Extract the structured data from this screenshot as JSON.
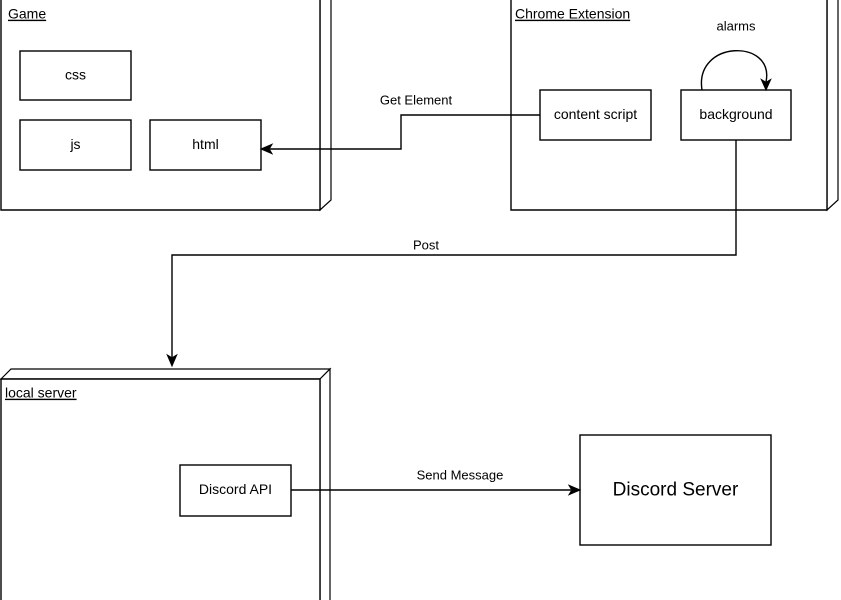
{
  "diagram": {
    "title_hidden": "",
    "containers": [
      {
        "id": "game",
        "label": "Game",
        "children": [
          {
            "id": "css",
            "label": "css"
          },
          {
            "id": "js",
            "label": "js"
          },
          {
            "id": "html",
            "label": "html"
          }
        ]
      },
      {
        "id": "chrome-extension",
        "label": "Chrome Extension",
        "children": [
          {
            "id": "content-script",
            "label": "content script"
          },
          {
            "id": "background",
            "label": "background"
          }
        ]
      },
      {
        "id": "local-server",
        "label": "local server",
        "children": [
          {
            "id": "discord-api",
            "label": "Discord API"
          }
        ]
      }
    ],
    "nodes": [
      {
        "id": "discord-server",
        "label": "Discord Server"
      }
    ],
    "edges": [
      {
        "id": "get-element",
        "label": "Get Element",
        "from": "content script",
        "to": "html"
      },
      {
        "id": "alarms",
        "label": "alarms",
        "from": "background",
        "to": "background"
      },
      {
        "id": "post",
        "label": "Post",
        "from": "background",
        "to": "local server"
      },
      {
        "id": "send-message",
        "label": "Send Message",
        "from": "Discord API",
        "to": "Discord Server"
      }
    ],
    "colors": {
      "stroke": "#000000",
      "fill": "#ffffff",
      "background": "#ffffff"
    }
  }
}
